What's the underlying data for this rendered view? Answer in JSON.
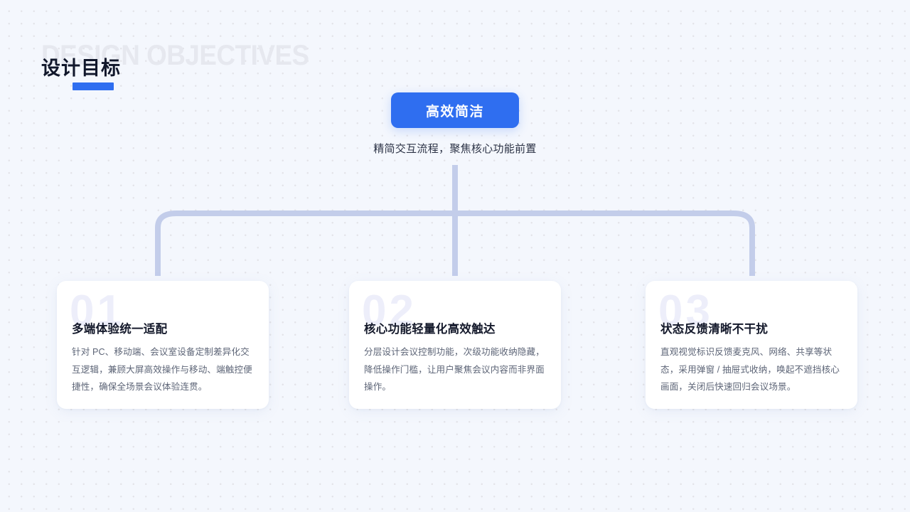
{
  "slide": {
    "background_color": "#f4f7fd",
    "dot_color": "#e3e3e8",
    "accent_color": "#2f6ef0",
    "connector_color": "#c3cdea"
  },
  "header": {
    "watermark": "DESIGN OBJECTIVES",
    "title": "设计目标"
  },
  "badge": {
    "label": "高效简洁",
    "subtitle": "精简交互流程，聚焦核心功能前置",
    "background_color": "#2f6ef0",
    "text_color": "#ffffff"
  },
  "cards": [
    {
      "number": "01",
      "title": "多端体验统一适配",
      "desc": "针对 PC、移动端、会议室设备定制差异化交互逻辑，兼顾大屏高效操作与移动、端触控便捷性，确保全场景会议体验连贯。"
    },
    {
      "number": "02",
      "title": "核心功能轻量化高效触达",
      "desc": "分层设计会议控制功能，次级功能收纳隐藏，降低操作门槛，让用户聚焦会议内容而非界面操作。"
    },
    {
      "number": "03",
      "title": "状态反馈清晰不干扰",
      "desc": "直观视觉标识反馈麦克风、网络、共享等状态，采用弹窗 / 抽屉式收纳，唤起不遮挡核心画面，关闭后快速回归会议场景。"
    }
  ]
}
